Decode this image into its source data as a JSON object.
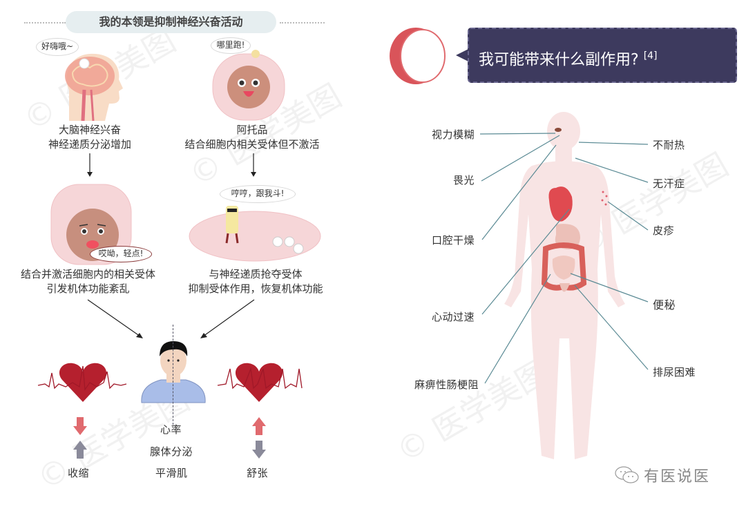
{
  "left_panel": {
    "title": "我的本领是抑制神经兴奋活动",
    "brain": {
      "speech": "好嗨哦~",
      "caption_line1": "大脑神经兴奋",
      "caption_line2": "神经递质分泌增加"
    },
    "atropine": {
      "speech": "哪里跑!",
      "caption_line1": "阿托品",
      "caption_line2": "结合细胞内相关受体但不激活"
    },
    "cell_activated": {
      "speech": "哎呦，轻点!",
      "caption_line1": "结合并激活细胞内的相关受体",
      "caption_line2": "引发机体功能紊乱"
    },
    "competition": {
      "speech": "哼哼，跟我斗!",
      "caption_line1": "与神经递质抢夺受体",
      "caption_line2": "抑制受体作用，恢复机体功能"
    },
    "center_labels": [
      "心率",
      "腺体分泌",
      "平滑肌"
    ],
    "left_effect": {
      "label": "收缩",
      "arrow_top": "down",
      "arrow_bottom": "up"
    },
    "right_effect": {
      "label": "舒张",
      "arrow_top": "up",
      "arrow_bottom": "down"
    }
  },
  "right_panel": {
    "header": "我可能带来什么副作用?",
    "reference": "[4]",
    "side_effects_left": [
      "视力模糊",
      "畏光",
      "口腔干燥",
      "心动过速",
      "麻痹性肠梗阻"
    ],
    "side_effects_right": [
      "不耐热",
      "无汗症",
      "皮疹",
      "便秘",
      "排尿困难"
    ]
  },
  "footer": {
    "brand": "有医说医",
    "icon": "wechat-icon"
  },
  "watermark": "© 医学美图",
  "colors": {
    "header_bg": "#3d3a5e",
    "accent_red": "#d9545a",
    "heart_red": "#b5202e",
    "body_pink": "#f8e4e4",
    "title_bg": "#e6eef0",
    "arrow_red": "#e06a6e",
    "arrow_gray": "#8a8a9a"
  }
}
